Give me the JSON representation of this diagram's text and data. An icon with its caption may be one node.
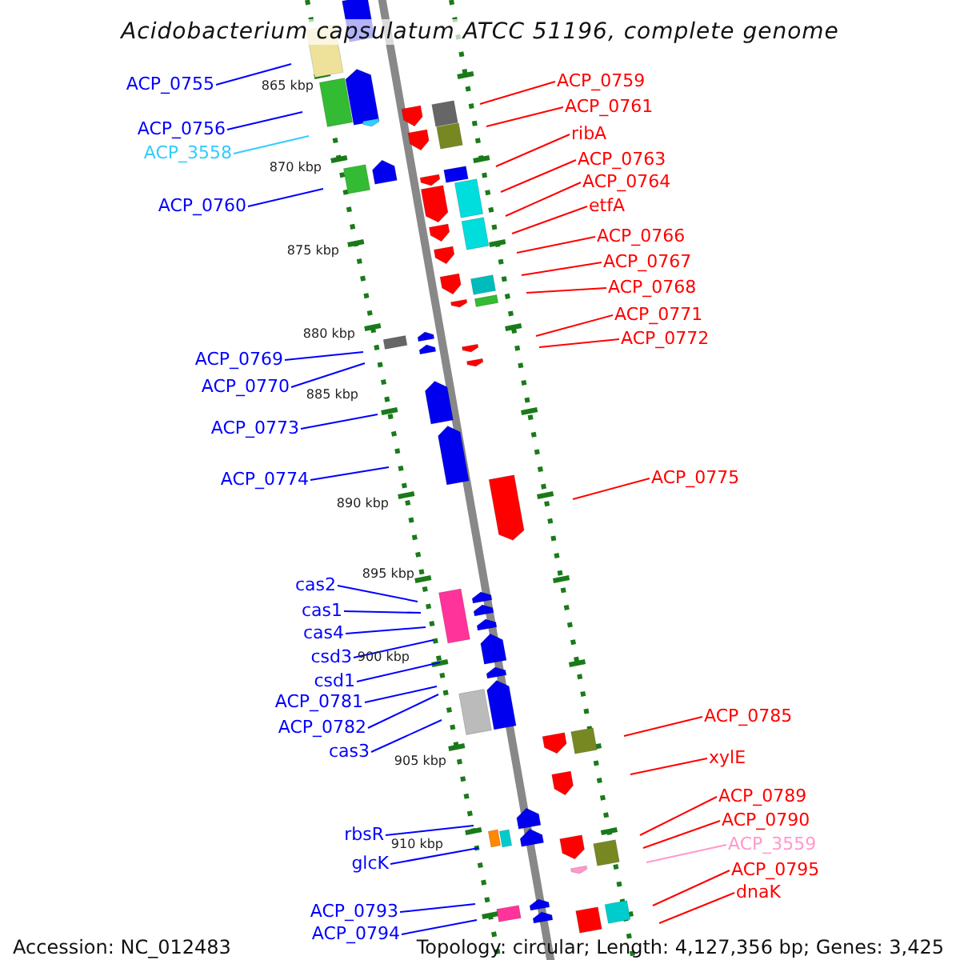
{
  "diagram": {
    "title": "Acidobacterium capsulatum ATCC 51196, complete genome",
    "nodes": [
      {
        "text": [
          "ACP_0759"
        ]
      },
      {
        "text": [
          "ACP_0755"
        ]
      },
      {
        "text": [
          "ACP_0761"
        ]
      },
      {
        "text": [
          "ACP_0756"
        ]
      },
      {
        "text": [
          "ribA"
        ]
      },
      {
        "text": [
          "ACP_3558"
        ]
      },
      {
        "text": [
          "ACP_0763"
        ]
      },
      {
        "text": [
          "ACP_0764"
        ]
      },
      {
        "text": [
          "ACP_0760"
        ]
      },
      {
        "text": [
          "etfA"
        ]
      },
      {
        "text": [
          "ACP_0766"
        ]
      },
      {
        "text": [
          "ACP_0767"
        ]
      },
      {
        "text": [
          "ACP_0768"
        ]
      },
      {
        "text": [
          "ACP_0771"
        ]
      },
      {
        "text": [
          "ACP_0772"
        ]
      },
      {
        "text": [
          "ACP_0769"
        ]
      },
      {
        "text": [
          "ACP_0770"
        ]
      },
      {
        "text": [
          "ACP_0773"
        ]
      },
      {
        "text": [
          "ACP_0775"
        ]
      },
      {
        "text": [
          "ACP_0774"
        ]
      },
      {
        "text": [
          "cas2"
        ]
      },
      {
        "text": [
          "cas1"
        ]
      },
      {
        "text": [
          "cas4"
        ]
      },
      {
        "text": [
          "csd3"
        ]
      },
      {
        "text": [
          "csd1"
        ]
      },
      {
        "text": [
          "ACP_0781"
        ]
      },
      {
        "text": [
          "ACP_0785"
        ]
      },
      {
        "text": [
          "ACP_0782"
        ]
      },
      {
        "text": [
          "cas3"
        ]
      },
      {
        "text": [
          "xylE"
        ]
      },
      {
        "text": [
          "ACP_0789"
        ]
      },
      {
        "text": [
          "ACP_0790"
        ]
      },
      {
        "text": [
          "rbsR"
        ]
      },
      {
        "text": [
          "ACP_3559"
        ]
      },
      {
        "text": [
          "glcK"
        ]
      },
      {
        "text": [
          "ACP_0795"
        ]
      },
      {
        "text": [
          "dnaK"
        ]
      },
      {
        "text": [
          "ACP_0793"
        ]
      },
      {
        "text": [
          "ACP_0794"
        ]
      }
    ],
    "edges": [
      {
        "from": 0,
        "to": null,
        "arrow": "none",
        "color": "#ff0000"
      },
      {
        "from": 1,
        "to": null,
        "arrow": "none",
        "color": "#0000ff"
      },
      {
        "from": 2,
        "to": null,
        "arrow": "none",
        "color": "#ff0000"
      },
      {
        "from": 3,
        "to": null,
        "arrow": "none",
        "color": "#0000ff"
      },
      {
        "from": 4,
        "to": null,
        "arrow": "none",
        "color": "#ff0000"
      },
      {
        "from": 5,
        "to": null,
        "arrow": "none",
        "color": "#33ccff"
      },
      {
        "from": 6,
        "to": null,
        "arrow": "none",
        "color": "#ff0000"
      },
      {
        "from": 7,
        "to": null,
        "arrow": "none",
        "color": "#ff0000"
      },
      {
        "from": 8,
        "to": null,
        "arrow": "none",
        "color": "#0000ff"
      },
      {
        "from": 9,
        "to": null,
        "arrow": "none",
        "color": "#ff0000"
      },
      {
        "from": 10,
        "to": null,
        "arrow": "none",
        "color": "#ff0000"
      },
      {
        "from": 11,
        "to": null,
        "arrow": "none",
        "color": "#ff0000"
      },
      {
        "from": 12,
        "to": null,
        "arrow": "none",
        "color": "#ff0000"
      },
      {
        "from": 13,
        "to": null,
        "arrow": "none",
        "color": "#ff0000"
      },
      {
        "from": 14,
        "to": null,
        "arrow": "none",
        "color": "#ff0000"
      },
      {
        "from": 15,
        "to": null,
        "arrow": "none",
        "color": "#0000ff"
      },
      {
        "from": 16,
        "to": null,
        "arrow": "none",
        "color": "#0000ff"
      },
      {
        "from": 17,
        "to": null,
        "arrow": "none",
        "color": "#0000ff"
      },
      {
        "from": 18,
        "to": null,
        "arrow": "none",
        "color": "#ff0000"
      },
      {
        "from": 19,
        "to": null,
        "arrow": "none",
        "color": "#0000ff"
      },
      {
        "from": 20,
        "to": null,
        "arrow": "none",
        "color": "#0000ff"
      },
      {
        "from": 21,
        "to": null,
        "arrow": "none",
        "color": "#0000ff"
      },
      {
        "from": 22,
        "to": null,
        "arrow": "none",
        "color": "#0000ff"
      },
      {
        "from": 23,
        "to": null,
        "arrow": "none",
        "color": "#0000ff"
      },
      {
        "from": 24,
        "to": null,
        "arrow": "none",
        "color": "#0000ff"
      },
      {
        "from": 25,
        "to": null,
        "arrow": "none",
        "color": "#0000ff"
      },
      {
        "from": 26,
        "to": null,
        "arrow": "none",
        "color": "#ff0000"
      },
      {
        "from": 27,
        "to": null,
        "arrow": "none",
        "color": "#0000ff"
      },
      {
        "from": 28,
        "to": null,
        "arrow": "none",
        "color": "#0000ff"
      },
      {
        "from": 29,
        "to": null,
        "arrow": "none",
        "color": "#ff0000"
      },
      {
        "from": 30,
        "to": null,
        "arrow": "none",
        "color": "#ff0000"
      },
      {
        "from": 31,
        "to": null,
        "arrow": "none",
        "color": "#ff0000"
      },
      {
        "from": 32,
        "to": null,
        "arrow": "none",
        "color": "#0000ff"
      },
      {
        "from": 33,
        "to": null,
        "arrow": "none",
        "color": "#ff99cc"
      },
      {
        "from": 34,
        "to": null,
        "arrow": "none",
        "color": "#0000ff"
      },
      {
        "from": 35,
        "to": null,
        "arrow": "none",
        "color": "#ff0000"
      },
      {
        "from": 36,
        "to": null,
        "arrow": "none",
        "color": "#ff0000"
      },
      {
        "from": 37,
        "to": null,
        "arrow": "none",
        "color": "#0000ff"
      },
      {
        "from": 38,
        "to": null,
        "arrow": "none",
        "color": "#0000ff"
      }
    ],
    "labels": [
      "865 kbp",
      "870 kbp",
      "875 kbp",
      "880 kbp",
      "885 kbp",
      "890 kbp",
      "895 kbp",
      "900 kbp",
      "905 kbp",
      "910 kbp",
      "Accession: NC_012483",
      "Topology: circular; Length: 4,127,356 bp; Genes: 3,425"
    ]
  }
}
